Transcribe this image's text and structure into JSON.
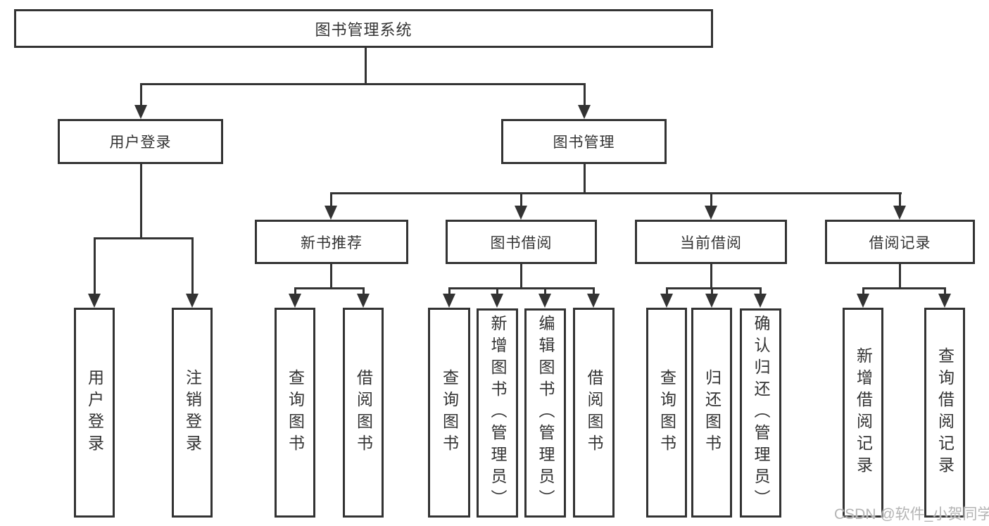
{
  "diagram": {
    "type": "hierarchy-tree",
    "root": {
      "label": "图书管理系统"
    },
    "branches": [
      {
        "label": "用户登录",
        "children": [
          {
            "label": "用户登录"
          },
          {
            "label": "注销登录"
          }
        ]
      },
      {
        "label": "图书管理",
        "children": [
          {
            "label": "新书推荐",
            "children": [
              {
                "label": "查询图书"
              },
              {
                "label": "借阅图书"
              }
            ]
          },
          {
            "label": "图书借阅",
            "children": [
              {
                "label": "查询图书"
              },
              {
                "label": "新增图书（管理员）"
              },
              {
                "label": "编辑图书（管理员）"
              },
              {
                "label": "借阅图书"
              }
            ]
          },
          {
            "label": "当前借阅",
            "children": [
              {
                "label": "查询图书"
              },
              {
                "label": "归还图书"
              },
              {
                "label": "确认归还（管理员）"
              }
            ]
          },
          {
            "label": "借阅记录",
            "children": [
              {
                "label": "新增借阅记录"
              },
              {
                "label": "查询借阅记录"
              }
            ]
          }
        ]
      }
    ]
  },
  "watermark": {
    "text": "CSDN @软件_小贺同学",
    "color": "#b4b4b4"
  },
  "colors": {
    "line": "#333333",
    "box_border": "#333333",
    "text": "#333333",
    "background": "#ffffff"
  }
}
